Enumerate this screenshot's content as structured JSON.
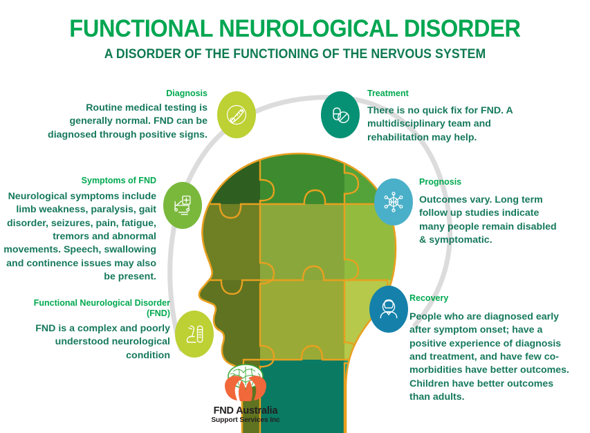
{
  "header": {
    "title": "FUNCTIONAL NEUROLOGICAL DISORDER",
    "subtitle": "A DISORDER OF THE FUNCTIONING OF THE NERVOUS SYSTEM",
    "title_color": "#00a651",
    "subtitle_color": "#0e7a50"
  },
  "theme": {
    "heading_color": "#00a94f",
    "body_color": "#16795c",
    "arc_color": "#dcdcdc",
    "background": "#ffffff"
  },
  "sections": [
    {
      "id": "diagnosis",
      "heading": "Diagnosis",
      "body": "Routine medical testing is generally normal. FND can be diagnosed through positive signs.",
      "icon": "thermometer-icon",
      "icon_color": "#bdd034"
    },
    {
      "id": "treatment",
      "heading": "Treatment",
      "body": "There is no quick fix  for FND. A multidisciplinary team and rehabilitation may help.",
      "icon": "pills-icon",
      "icon_color": "#069174"
    },
    {
      "id": "symptoms",
      "heading": "Symptoms of FND",
      "body": "Neurological symptoms include limb weakness, paralysis, gait disorder, seizures, pain, fatigue, tremors and abnormal movements.  Speech, swallowing and continence issues may also be present.",
      "icon": "hospital-bed-icon",
      "icon_color": "#7ab83c"
    },
    {
      "id": "prognosis",
      "heading": "Prognosis",
      "body": "Outcomes vary.  Long term follow up studies indicate many people remain disabled & symptomatic.",
      "icon": "molecule-network-icon",
      "icon_color": "#4aafc8"
    },
    {
      "id": "definition",
      "heading": "Functional Neurological Disorder (FND)",
      "body": "FND is a complex and poorly understood neurological condition",
      "icon": "microscope-icon",
      "icon_color": "#bdd034"
    },
    {
      "id": "recovery",
      "heading": "Recovery",
      "body": "People who are diagnosed early after symptom onset; have a positive experience of diagnosis and treatment, and have few co-morbidities have better outcomes.  Children have better outcomes than adults.",
      "icon": "patient-person-icon",
      "icon_color": "#1581ab"
    }
  ],
  "logo": {
    "name": "FND Australia",
    "tagline": "Support Services Inc",
    "brain_color": "#3aaa35",
    "hands_color": "#f1683a",
    "text_color": "#231f20"
  },
  "head_graphic": {
    "name": "puzzle-head-silhouette",
    "outline_color": "#e8a020",
    "piece_colors": [
      "#2f5e21",
      "#3d8b2e",
      "#54a33a",
      "#6f9432",
      "#8aa73b",
      "#93bc3f",
      "#6e7f24",
      "#9aaa36",
      "#b6c94a",
      "#0a7a63",
      "#17a383"
    ]
  }
}
